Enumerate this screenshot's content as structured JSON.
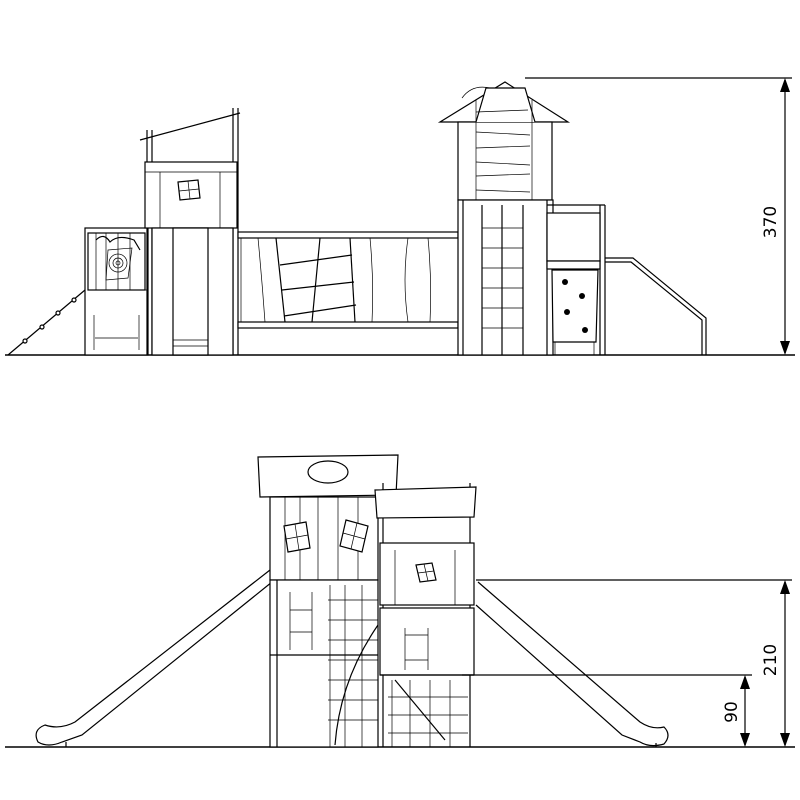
{
  "drawing": {
    "views": [
      {
        "name": "front-elevation",
        "dimension_label": "370"
      },
      {
        "name": "side-elevation",
        "dimension_labels": [
          "210",
          "90"
        ]
      }
    ]
  }
}
